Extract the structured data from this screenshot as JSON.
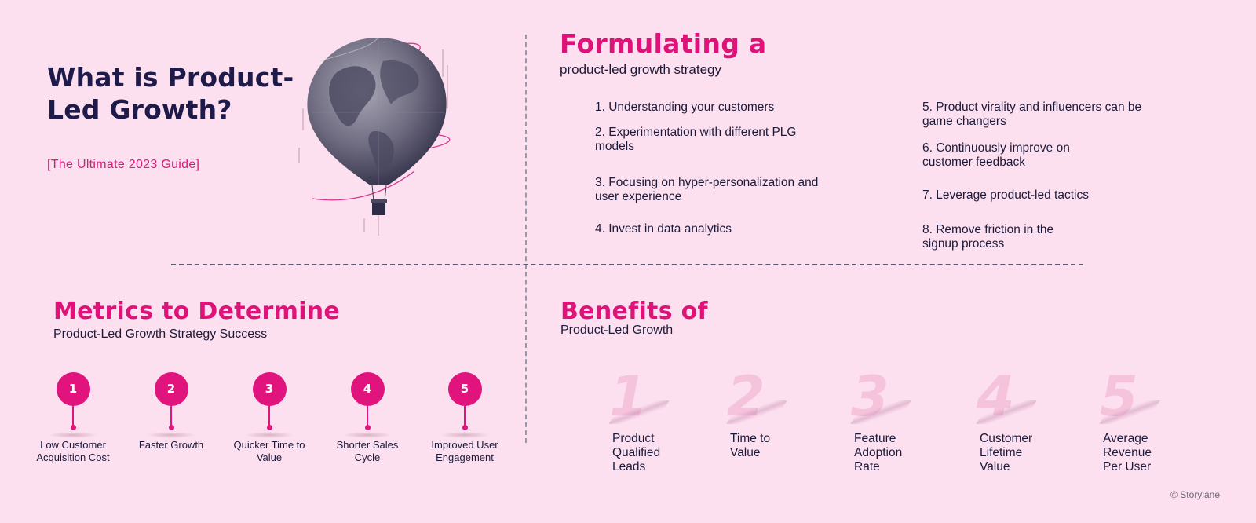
{
  "hero": {
    "title": "What is Product-Led Growth?",
    "subtitle": "[The Ultimate 2023 Guide]"
  },
  "formulating": {
    "title": "Formulating a",
    "subtitle": "product-led growth strategy",
    "steps": [
      "1.  Understanding your customers",
      "2. Experimentation with different PLG models",
      "3. Focusing on hyper-personalization and user experience",
      "4. Invest in data analytics",
      "5. Product virality and influencers can be game changers",
      "6. Continuously improve on customer feedback",
      "7. Leverage product-led tactics",
      "8. Remove friction in the signup process"
    ]
  },
  "metrics": {
    "title": "Metrics to Determine",
    "subtitle": "Product-Led Growth Strategy Success",
    "items": [
      {
        "number": "1",
        "label": "Low Customer Acquisition Cost"
      },
      {
        "number": "2",
        "label": "Faster Growth"
      },
      {
        "number": "3",
        "label": "Quicker Time to Value"
      },
      {
        "number": "4",
        "label": "Shorter Sales Cycle"
      },
      {
        "number": "5",
        "label": "Improved User Engagement"
      }
    ]
  },
  "benefits": {
    "title": "Benefits of",
    "subtitle": "Product-Led Growth",
    "items": [
      {
        "number": "1",
        "label": "Product Qualified Leads"
      },
      {
        "number": "2",
        "label": "Time to Value"
      },
      {
        "number": "3",
        "label": "Feature Adoption Rate"
      },
      {
        "number": "4",
        "label": "Customer Lifetime Value"
      },
      {
        "number": "5",
        "label": "Average Revenue Per User"
      }
    ]
  },
  "credit": "© Storylane",
  "colors": {
    "background": "#fde0ef",
    "accent": "#de1278",
    "navy": "#1e1a4a"
  }
}
